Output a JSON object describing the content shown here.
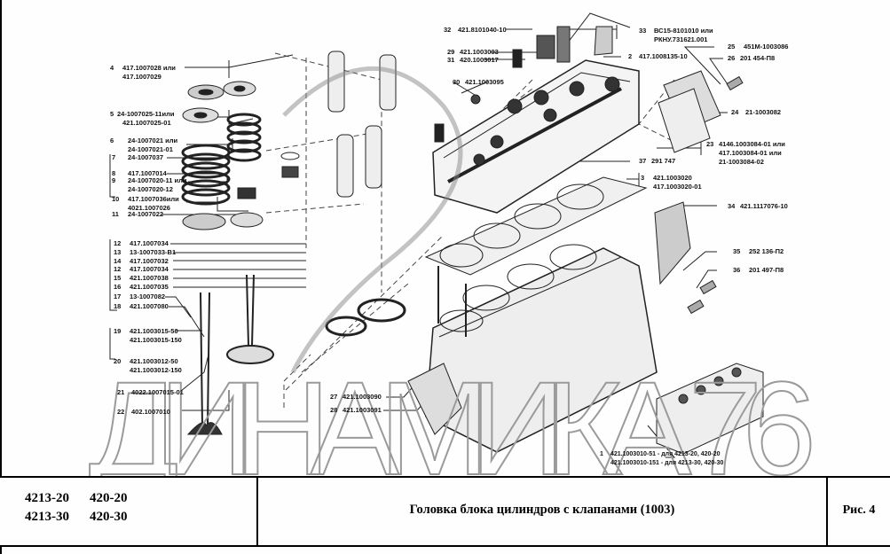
{
  "drawing": {
    "callouts": [
      {
        "num": "4",
        "codes": [
          "417.1007028 или",
          "417.1007029"
        ]
      },
      {
        "num": "5",
        "codes": [
          "24-1007025-11или",
          "421.1007025-01"
        ]
      },
      {
        "num": "6",
        "codes": [
          "24-1007021 или",
          "24-1007021-01"
        ]
      },
      {
        "num": "7",
        "codes": [
          "24-1007037"
        ]
      },
      {
        "num": "8",
        "codes": [
          "417.1007014"
        ]
      },
      {
        "num": "9",
        "codes": [
          "24-1007020-11 или",
          "24-1007020-12"
        ]
      },
      {
        "num": "10",
        "codes": [
          "417.1007036или",
          "4021.1007026"
        ]
      },
      {
        "num": "11",
        "codes": [
          "24-1007022"
        ]
      },
      {
        "num": "12",
        "codes": [
          "417.1007034"
        ]
      },
      {
        "num": "13",
        "codes": [
          "13-1007033-В1"
        ]
      },
      {
        "num": "14",
        "codes": [
          "417.1007032"
        ]
      },
      {
        "num": "12",
        "codes": [
          "417.1007034"
        ]
      },
      {
        "num": "15",
        "codes": [
          "421.1007038"
        ]
      },
      {
        "num": "16",
        "codes": [
          "421.1007035"
        ]
      },
      {
        "num": "17",
        "codes": [
          "13-1007082"
        ]
      },
      {
        "num": "18",
        "codes": [
          "421.1007080"
        ]
      },
      {
        "num": "19",
        "codes": [
          "421.1003015-50",
          "421.1003015-150"
        ]
      },
      {
        "num": "20",
        "codes": [
          "421.1003012-50",
          "421.1003012-150"
        ]
      },
      {
        "num": "21",
        "codes": [
          "4022.1007015-01"
        ]
      },
      {
        "num": "22",
        "codes": [
          "402.1007010"
        ]
      },
      {
        "num": "32",
        "codes": [
          "421.8101040-10"
        ]
      },
      {
        "num": "29",
        "codes": [
          "421.1003093"
        ]
      },
      {
        "num": "31",
        "codes": [
          "420.1003017"
        ]
      },
      {
        "num": "30",
        "codes": [
          "421.1003095"
        ]
      },
      {
        "num": "33",
        "codes": [
          "ВС15-8101010 или",
          "РКНУ.731621.001"
        ]
      },
      {
        "num": "2",
        "codes": [
          "417.1008135-10"
        ]
      },
      {
        "num": "25",
        "codes": [
          "451М-1003086"
        ]
      },
      {
        "num": "26",
        "codes": [
          "201 454-П8"
        ]
      },
      {
        "num": "24",
        "codes": [
          "21-1003082"
        ]
      },
      {
        "num": "23",
        "codes": [
          "4146.1003084-01 или",
          "417.1003084-01 или",
          "21-1003084-02"
        ]
      },
      {
        "num": "37",
        "codes": [
          "291 747"
        ]
      },
      {
        "num": "3",
        "codes": [
          "421.1003020",
          "417.1003020-01"
        ]
      },
      {
        "num": "34",
        "codes": [
          "421.1117076-10"
        ]
      },
      {
        "num": "35",
        "codes": [
          "252 136-П2"
        ]
      },
      {
        "num": "36",
        "codes": [
          "201 497-П8"
        ]
      },
      {
        "num": "27",
        "codes": [
          "421.1003090"
        ]
      },
      {
        "num": "28",
        "codes": [
          "421.1003091"
        ]
      },
      {
        "num": "1",
        "codes": [
          "421.1003010-51  - для 4213-20, 420-20",
          "421.1003010-151 - для 4213-30, 420-30"
        ]
      }
    ],
    "watermark": "ДИНАМИКА 76"
  },
  "title_block": {
    "models": [
      [
        "4213-20",
        "420-20"
      ],
      [
        "4213-30",
        "420-30"
      ]
    ],
    "title": "Головка блока цилиндров с клапанами (1003)",
    "figure": "Рис. 4"
  },
  "colors": {
    "line": "#111111",
    "watermark": "#9a9a9a",
    "background": "#fdfefd"
  }
}
